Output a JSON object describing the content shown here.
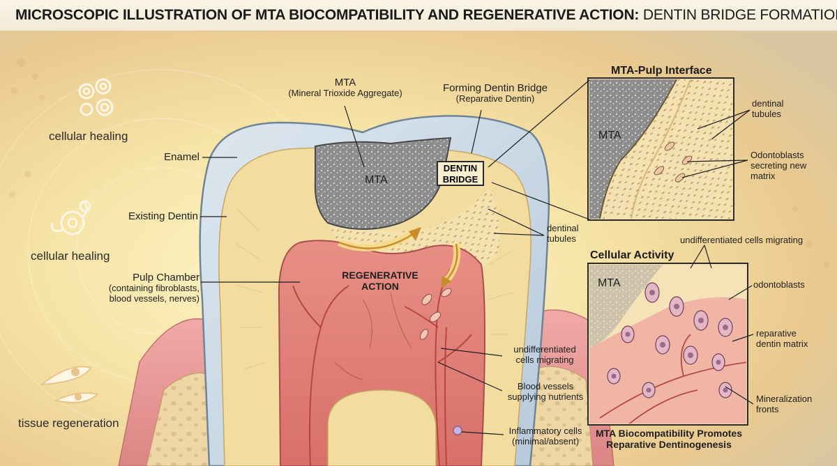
{
  "title": {
    "bold": "MICROSCOPIC ILLUSTRATION OF MTA BIOCOMPATIBILITY AND REGENERATIVE ACTION:",
    "light": "DENTIN BRIDGE FORMATION"
  },
  "side_icons": [
    {
      "label": "cellular healing",
      "icon": "cells-cluster-icon"
    },
    {
      "label": "cellular healing",
      "icon": "cell-connection-icon"
    },
    {
      "label": "tissue regeneration",
      "icon": "spindle-cells-icon"
    }
  ],
  "tooth_labels": {
    "mta": "MTA",
    "mta_full": "(Mineral Trioxide Aggregate)",
    "forming_bridge": "Forming Dentin Bridge",
    "forming_bridge_sub": "(Reparative Dentin)",
    "dentin_bridge_line1": "DENTIN",
    "dentin_bridge_line2": "BRIDGE",
    "enamel": "Enamel",
    "existing_dentin": "Existing Dentin",
    "mta_center": "MTA",
    "dentinal_tubules_line1": "dentinal",
    "dentinal_tubules_line2": "tubules",
    "pulp_chamber": "Pulp Chamber",
    "pulp_sub1": "(containing fibroblasts,",
    "pulp_sub2": "blood vessels, nerves)",
    "regenerative_line1": "REGENERATIVE",
    "regenerative_line2": "ACTION",
    "undiff_line1": "undifferentiated",
    "undiff_line2": "cells migrating",
    "vessels_line1": "Blood vessels",
    "vessels_line2": "supplying nutrients",
    "inflam_line1": "Inflammatory cells",
    "inflam_line2": "(minimal/absent)"
  },
  "interface_panel": {
    "title": "MTA-Pulp Interface",
    "mta": "MTA",
    "tubules_line1": "dentinal",
    "tubules_line2": "tubules",
    "odonto_line1": "Odontoblasts",
    "odonto_line2": "secreting new",
    "odonto_line3": "matrix"
  },
  "cellular_panel": {
    "title": "Cellular Activity",
    "mta": "MTA",
    "migrating": "undifferentiated cells migrating",
    "odontoblasts": "odontoblasts",
    "matrix_line1": "reparative",
    "matrix_line2": "dentin matrix",
    "fronts_line1": "Mineralization",
    "fronts_line2": "fronts",
    "caption_line1": "MTA Biocompatibility Promotes",
    "caption_line2": "Reparative Dentinogenesis"
  },
  "colors": {
    "enamel": "#c9d8e4",
    "dentin": "#f2dca0",
    "pulp": "#e0837a",
    "gum": "#e89a9a",
    "mta": "#8f8f8f",
    "bone": "#efd9ae"
  }
}
